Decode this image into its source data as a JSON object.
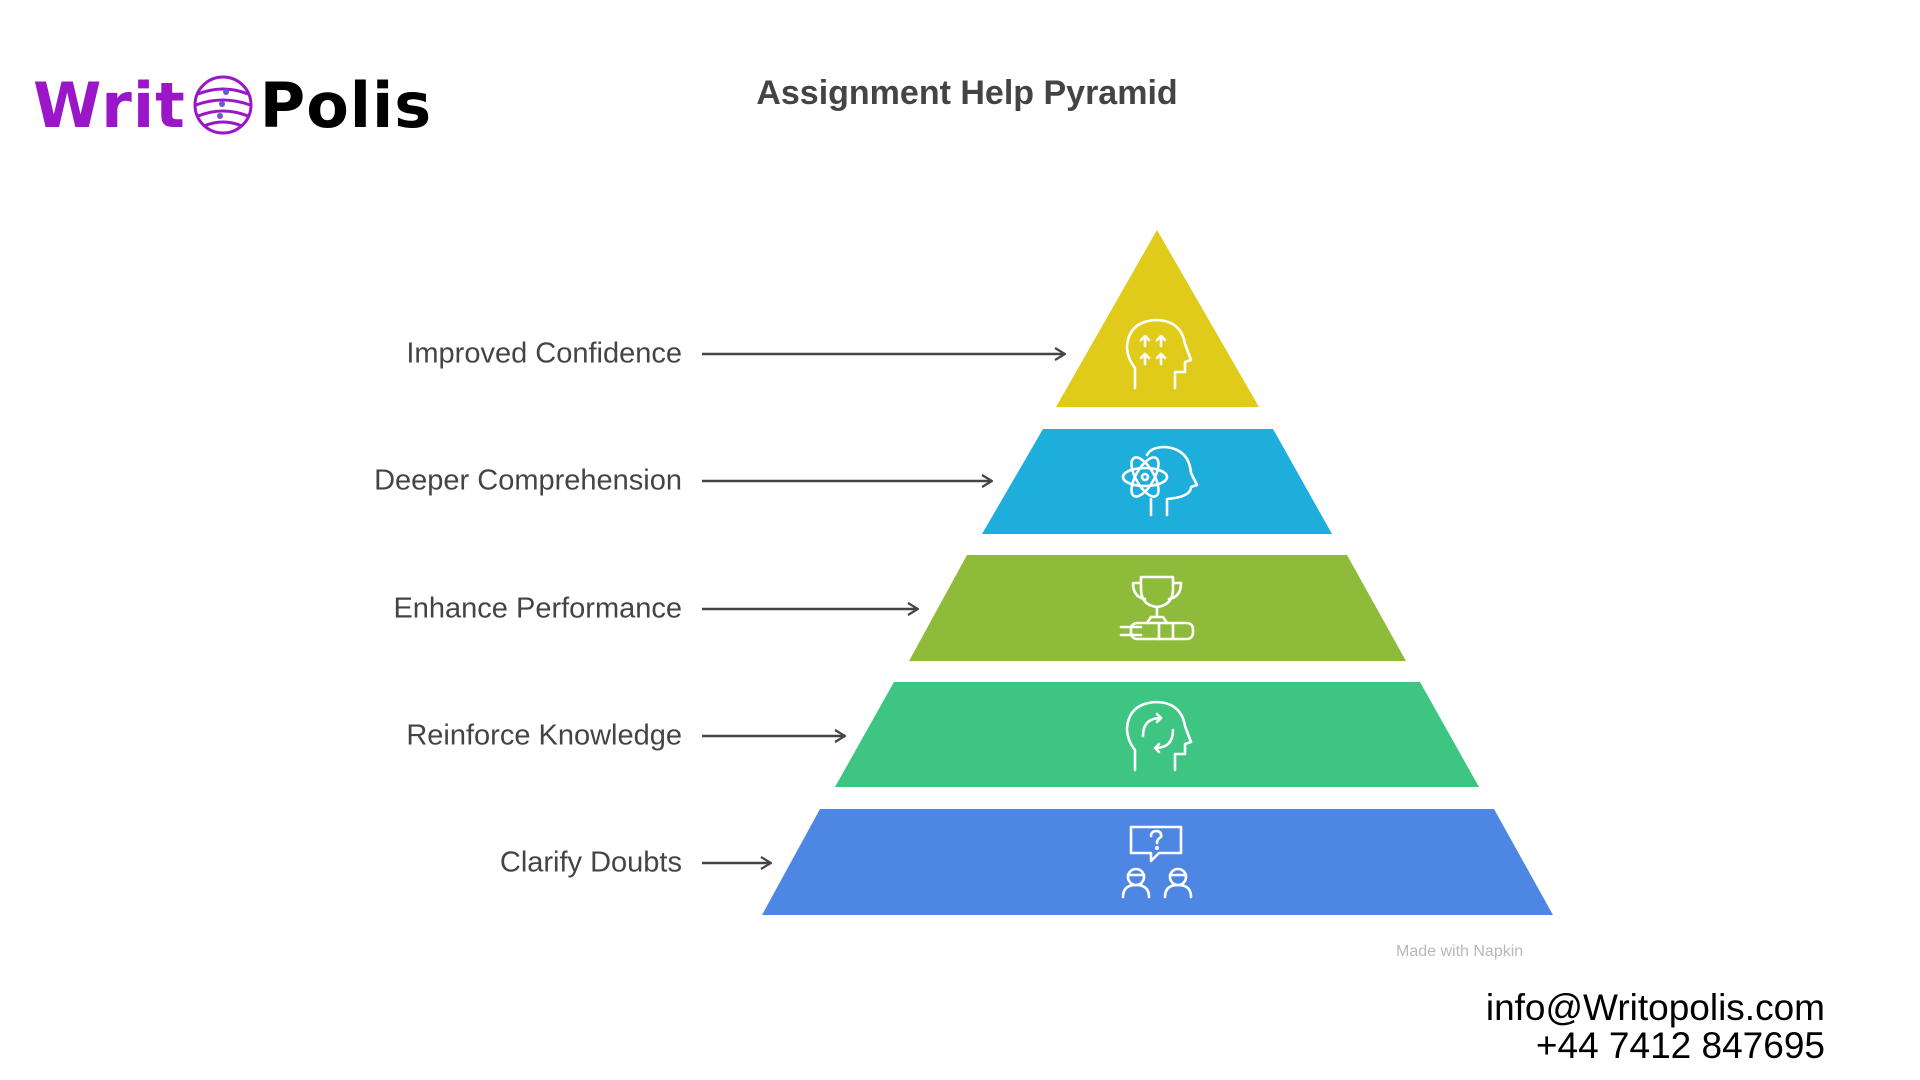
{
  "logo": {
    "part1": "Writ",
    "part2": "Polis"
  },
  "title": "Assignment Help Pyramid",
  "levels": [
    {
      "label": "Improved Confidence",
      "icon": "head-arrows-up-icon",
      "color": "#E0CB1A"
    },
    {
      "label": "Deeper Comprehension",
      "icon": "head-atom-icon",
      "color": "#1EAEDB"
    },
    {
      "label": "Enhance Performance",
      "icon": "trophy-icon",
      "color": "#8FBB3A"
    },
    {
      "label": "Reinforce Knowledge",
      "icon": "head-cycle-icon",
      "color": "#3DC581"
    },
    {
      "label": "Clarify Doubts",
      "icon": "people-question-icon",
      "color": "#4E86E4"
    }
  ],
  "watermark": "Made with Napkin",
  "contact": {
    "email": "info@Writopolis.com",
    "phone": "+44 7412 847695"
  }
}
